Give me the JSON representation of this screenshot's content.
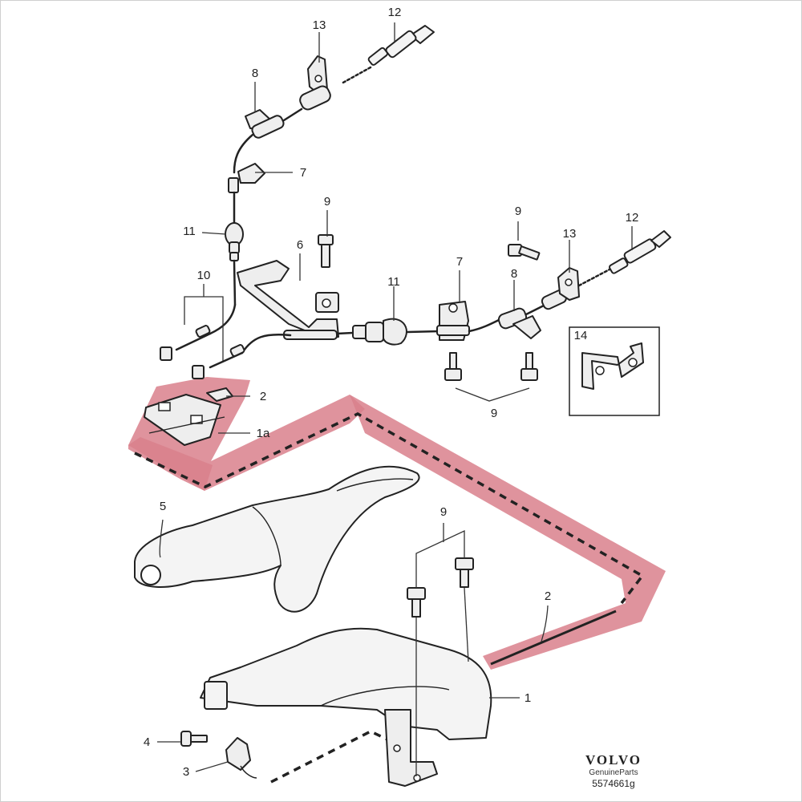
{
  "labels": {
    "top_12": "12",
    "top_13": "13",
    "top_8": "8",
    "top_7": "7",
    "mid_9": "9",
    "left_11": "11",
    "mid_6": "6",
    "left_10": "10",
    "right_9": "9",
    "right_13": "13",
    "right_12": "12",
    "right_7": "7",
    "right_8": "8",
    "right_11": "11",
    "inset_14": "14",
    "bottom_9": "9",
    "lock_2": "2",
    "lock_1a": "1a",
    "lever_5": "5",
    "lever_9": "9",
    "lever_2": "2",
    "lever_1": "1",
    "small_4": "4",
    "small_3": "3"
  },
  "logo": {
    "brand": "VOLVO",
    "tagline": "GenuineParts",
    "code": "5574661g"
  },
  "colors": {
    "highlight": "#d9808c",
    "ink": "#222222"
  }
}
